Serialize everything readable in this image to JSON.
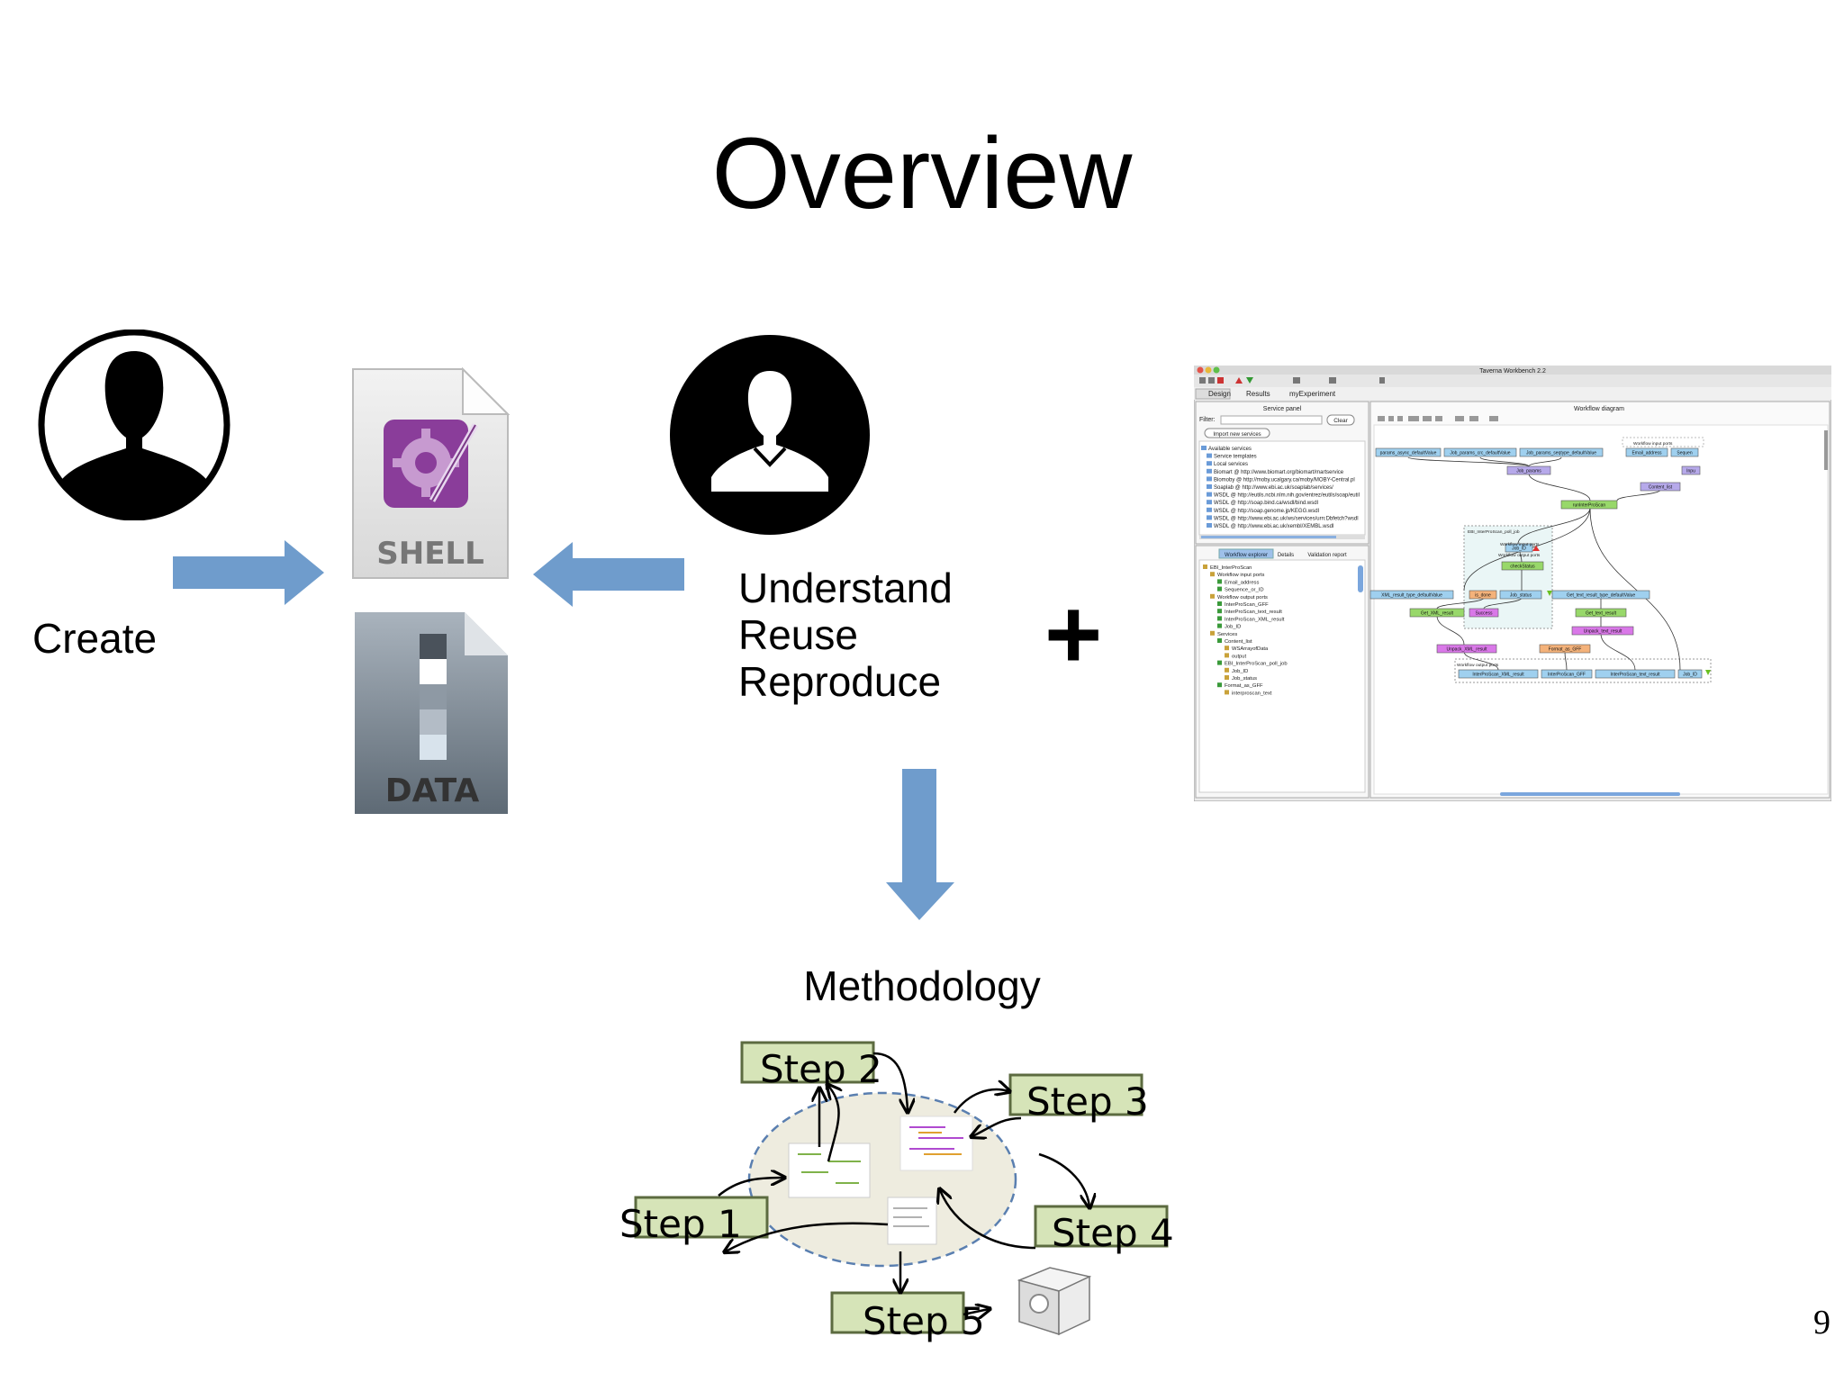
{
  "slide": {
    "title": "Overview",
    "page_number": "9"
  },
  "left": {
    "create_label": "Create",
    "shell_file_label": "SHELL",
    "data_file_label": "DATA",
    "icons": [
      "person-icon",
      "shell-script-file-icon",
      "data-file-icon",
      "arrow-right-icon",
      "arrow-left-icon"
    ]
  },
  "middle": {
    "actions": [
      "Understand",
      "Reuse",
      "Reproduce"
    ],
    "plus_sign": "+",
    "icons": [
      "person-icon",
      "arrow-down-icon"
    ]
  },
  "methodology": {
    "label": "Methodology",
    "steps": [
      "Step 1",
      "Step 2",
      "Step 3",
      "Step 4",
      "Step 5"
    ],
    "step_color": "#d6e4b8"
  },
  "taverna": {
    "window_title": "Taverna Workbench 2.2",
    "tabs": [
      "Design",
      "Results",
      "myExperiment"
    ],
    "service_panel_title": "Service panel",
    "filter_label": "Filter:",
    "clear_button": "Clear",
    "import_button": "Import new services",
    "services": [
      "Available services",
      "Service templates",
      "Local services",
      "Biomart @ http://www.biomart.org/biomart/martservice",
      "Biomoby @ http://moby.ucalgary.ca/moby/MOBY-Central.pl",
      "Soaplab @ http://www.ebi.ac.uk/soaplab/services/",
      "WSDL @ http://eutils.ncbi.nlm.nih.gov/entrez/eutils/soap/eutil",
      "WSDL @ http://soap.bind.ca/wsdl/bind.wsdl",
      "WSDL @ http://soap.genome.jp/KEGG.wsdl",
      "WSDL @ http://www.ebi.ac.uk/ws/services/urn:Dbfetch?wsdl",
      "WSDL @ http://www.ebi.ac.uk/xembl/XEMBL.wsdl"
    ],
    "explorer_tabs": [
      "Workflow explorer",
      "Details",
      "Validation report"
    ],
    "explorer_tree": [
      "EBI_InterProScan",
      "Workflow input ports",
      "Email_address",
      "Sequence_or_ID",
      "Workflow output ports",
      "InterProScan_GFF",
      "InterProScan_text_result",
      "InterProScan_XML_result",
      "Job_ID",
      "Services",
      "Content_list",
      "WSArrayofData",
      "output",
      "EBI_InterProScan_poll_job",
      "Job_ID",
      "Job_status",
      "Format_as_GFF",
      "interproscan_text"
    ],
    "diagram_title": "Workflow diagram",
    "diagram_nodes": [
      "params_async_defaultValue",
      "Job_params_crc_defaultValue",
      "Job_params_seqtype_defaultValue",
      "Email_address",
      "Sequen",
      "Job_params",
      "Content_list",
      "Inpu",
      "runInterProScan",
      "EBI_InterProScan_poll_job",
      "Workflow input ports",
      "Job_ID",
      "checkStatus",
      "Workflow output ports",
      "XML_result_type_defaultValue",
      "is_done",
      "Job_status",
      "Get_text_result_type_defaultValue",
      "Get_XML_result",
      "Success",
      "Get_text_result",
      "Unpack_text_result",
      "Unpack_XML_result",
      "Format_as_GFF",
      "Workflow output ports",
      "InterProScan_XML_result",
      "InterProScan_GFF",
      "InterProScan_text_result",
      "Job_ID",
      "Workflow input ports"
    ]
  }
}
